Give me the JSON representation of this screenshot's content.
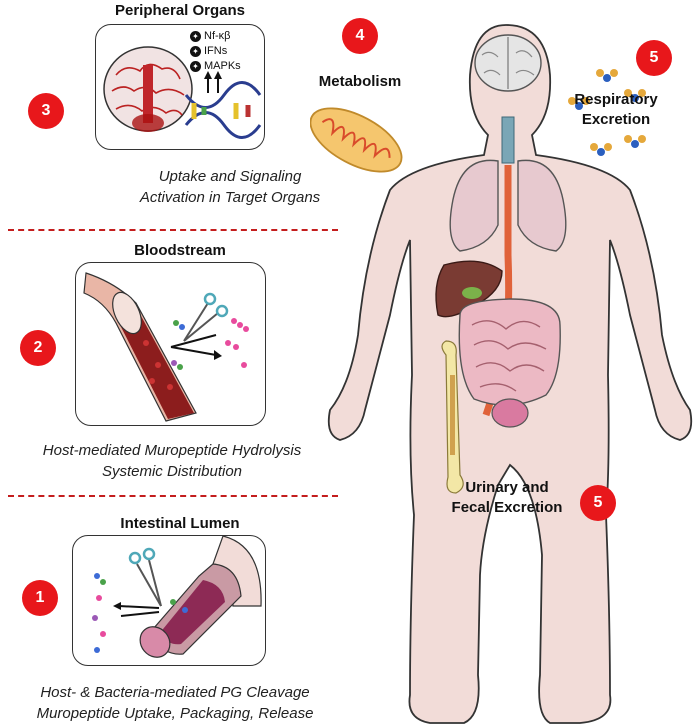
{
  "left_column": {
    "step3": {
      "badge": "3",
      "title": "Peripheral Organs",
      "signals": [
        "Nf-κβ",
        "IFNs",
        "MAPKs"
      ],
      "caption_line1": "Uptake and Signaling",
      "caption_line2": "Activation in Target Organs"
    },
    "step2": {
      "badge": "2",
      "title": "Bloodstream",
      "caption_line1": "Host-mediated Muropeptide Hydrolysis",
      "caption_line2": "Systemic Distribution"
    },
    "step1": {
      "badge": "1",
      "title": "Intestinal Lumen",
      "caption_line1": "Host- & Bacteria-mediated PG Cleavage",
      "caption_line2": "Muropeptide Uptake, Packaging, Release"
    }
  },
  "body_figure": {
    "metabolism": {
      "badge": "4",
      "label": "Metabolism"
    },
    "respiratory": {
      "badge": "5",
      "label_line1": "Respiratory",
      "label_line2": "Excretion"
    },
    "urinary": {
      "badge": "5",
      "label_line1": "Urinary and",
      "label_line2": "Fecal Excretion"
    }
  },
  "colors": {
    "badge_red": "#e8171b",
    "divider_red": "#c41d1d",
    "skin": "#f2dcd8",
    "lung": "#e7c9cf",
    "liver": "#7a3b33",
    "intestine": "#ecb9c4",
    "mitochondrion": "#f5c66e"
  }
}
